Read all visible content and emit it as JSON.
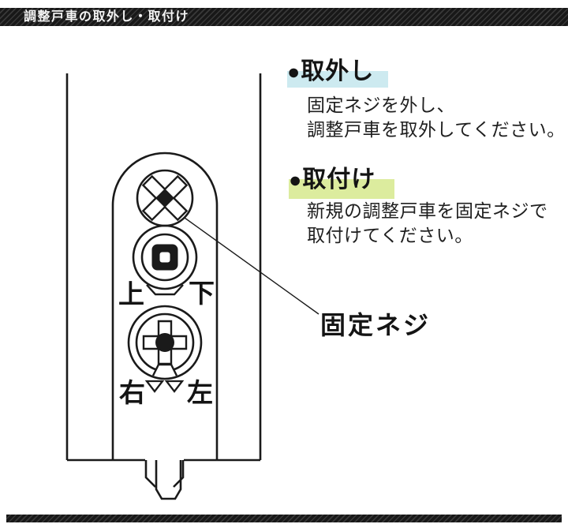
{
  "header": {
    "title": "調整戸車の取外し・取付け"
  },
  "sections": {
    "removal": {
      "bullet": "●",
      "heading": "取外し",
      "highlight_color": "#cdeaf0",
      "body_line1": "固定ネジを外し、",
      "body_line2": "調整戸車を取外してください。"
    },
    "installation": {
      "bullet": "●",
      "heading": "取付け",
      "highlight_color": "#dcec9e",
      "body_line1": "新規の調整戸車を固定ネジで",
      "body_line2": "取付けてください。"
    }
  },
  "diagram": {
    "callout_label": "固定ネジ",
    "direction_labels": {
      "up": "上",
      "down": "下",
      "right": "右",
      "left": "左"
    },
    "parts": [
      "door-frame",
      "roller-housing",
      "fixing-screw",
      "height-adjust-screw",
      "lateral-adjust-screw",
      "guide-tab"
    ]
  },
  "colors": {
    "title_bar": "#181818",
    "title_text": "#f4f4f4",
    "line_art": "#1a1a1a",
    "removal_highlight": "#cdeaf0",
    "install_highlight": "#dcec9e",
    "body_text": "#1f1f1f"
  }
}
